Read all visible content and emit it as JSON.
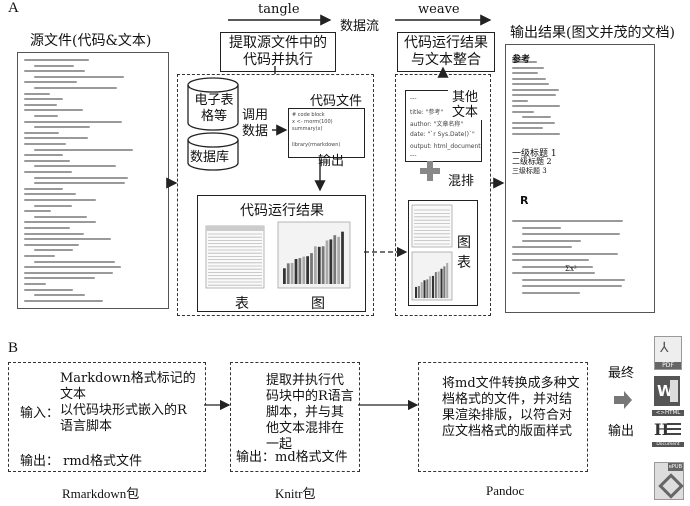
{
  "panelA": {
    "letter": "A",
    "source_title": "源文件(代码&文本)",
    "tangle_label": "tangle",
    "dataflow_label": "数据流",
    "weave_label": "weave",
    "output_title": "输出结果(图文并茂的文档)",
    "extract_box": "提取源文件中的代码并执行",
    "merge_box": "代码运行结果与文本整合",
    "spreadsheet_label": "电子表格等",
    "call_data_label": "调用数据",
    "database_label": "数据库",
    "code_file_label": "代码文件",
    "output_label": "输出",
    "code_result_title": "代码运行结果",
    "table_label": "表",
    "figure_label": "图",
    "other_text_label": "其他文本",
    "mix_label": "混排",
    "figure_table_label": "图表",
    "yaml": [
      "---",
      "title: \"参考\"",
      "author: \"文章名称\"",
      "date: \"`r Sys.Date()`\"",
      "output: html_document",
      "---"
    ],
    "code_file_lines": [
      "# code block",
      "x <- rnorm(100)",
      "summary(x)",
      "library(rmarkdown)"
    ],
    "out_doc": {
      "title": "参考",
      "h1": "一级标题 1",
      "h2": "二级标题 2",
      "h3": "三级标题 3",
      "letter_r": "R",
      "math": "Σx²"
    }
  },
  "panelB": {
    "letter": "B",
    "box1_line1": "Markdown格式标记的文本",
    "box1_input": "输入：",
    "box1_line2": "以代码块形式嵌入的R语言脚本",
    "box1_output": "输出：  rmd格式文件",
    "box2_text": "提取并执行代码块中的R语言脚本，并与其他文本混排在一起",
    "box2_output": "输出：md格式文件",
    "box3_text": "将md文件转换成多种文档格式的文件，并对结果渲染排版，以符合对应文档格式的版面样式",
    "final_label": "最终",
    "output_label": "输出",
    "tool1": "Rmarkdown包",
    "tool2": "Knitr包",
    "tool3": "Pandoc",
    "icons": {
      "pdf": "PDF",
      "word": "W",
      "html": "<>HTML",
      "doc": "Document",
      "epub": "ePUB"
    }
  }
}
